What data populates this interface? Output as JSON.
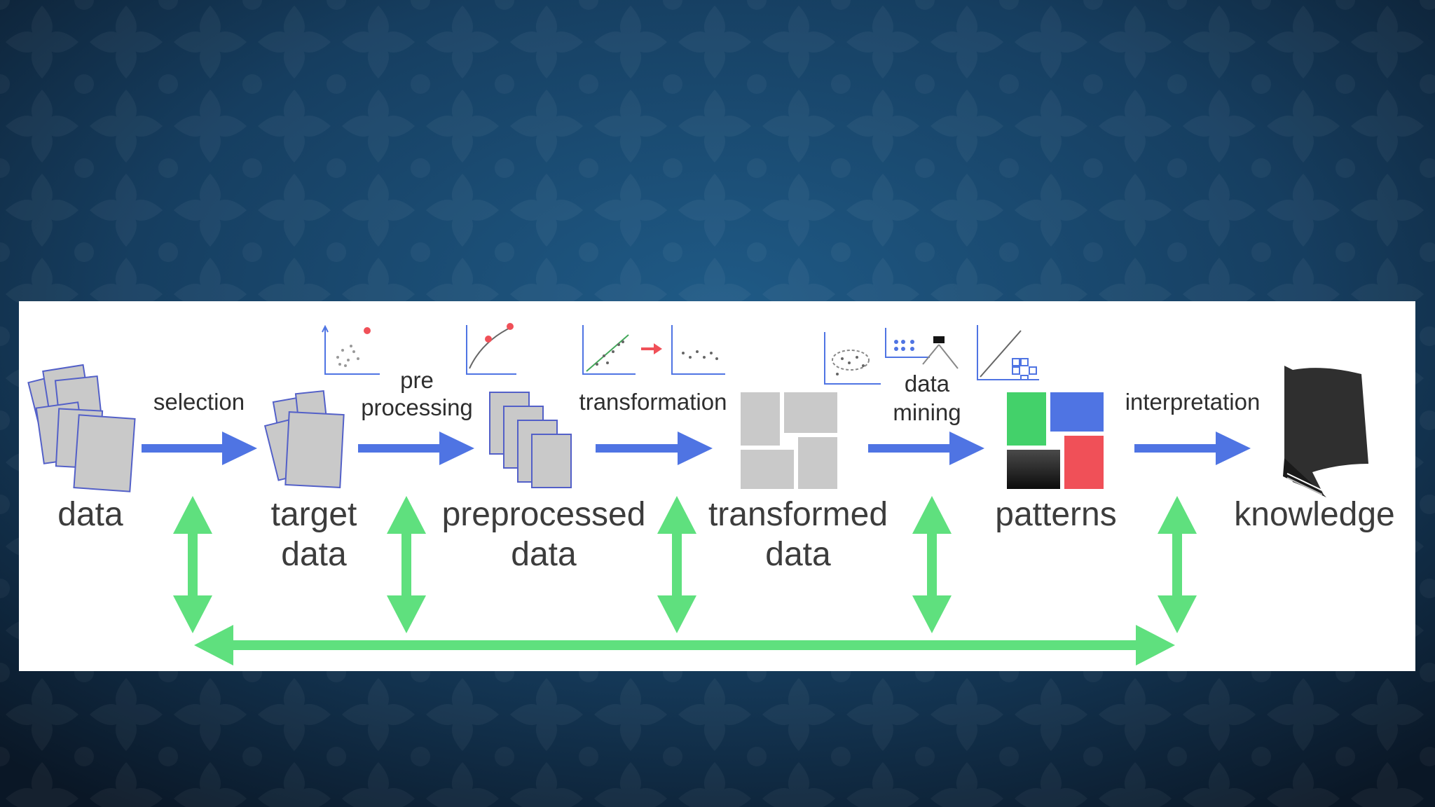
{
  "colors": {
    "background_dark": "#0d1f33",
    "background_mid": "#1d4f78",
    "panel": "#ffffff",
    "step_arrow": "#4f74e3",
    "feedback_arrow": "#5fe07e",
    "doc_fill": "#c9c9c9",
    "doc_edge": "#5360c8",
    "pattern_green": "#43d16a",
    "pattern_blue": "#4f74e3",
    "pattern_black": "#141414",
    "pattern_red": "#f05058",
    "knowledge_book": "#2f2f2f"
  },
  "stages": [
    {
      "id": "data",
      "lines": [
        "data"
      ],
      "icon": "document-stack-icon"
    },
    {
      "id": "target",
      "lines": [
        "target",
        "data"
      ],
      "icon": "document-stack-icon"
    },
    {
      "id": "preprocessed",
      "lines": [
        "preprocessed",
        "data"
      ],
      "icon": "cascaded-documents-icon"
    },
    {
      "id": "transformed",
      "lines": [
        "transformed",
        "data"
      ],
      "icon": "grid-tiles-icon"
    },
    {
      "id": "patterns",
      "lines": [
        "patterns"
      ],
      "icon": "colored-blocks-icon"
    },
    {
      "id": "knowledge",
      "lines": [
        "knowledge"
      ],
      "icon": "book-icon"
    }
  ],
  "steps": [
    {
      "id": "selection",
      "lines": [
        "selection"
      ]
    },
    {
      "id": "preprocessing",
      "lines": [
        "pre",
        "processing"
      ]
    },
    {
      "id": "transformation",
      "lines": [
        "transformation"
      ]
    },
    {
      "id": "datamining",
      "lines": [
        "data",
        "mining"
      ]
    },
    {
      "id": "interpretation",
      "lines": [
        "interpretation"
      ]
    }
  ],
  "feedback": {
    "icon": "feedback-loop-arrow-icon"
  }
}
